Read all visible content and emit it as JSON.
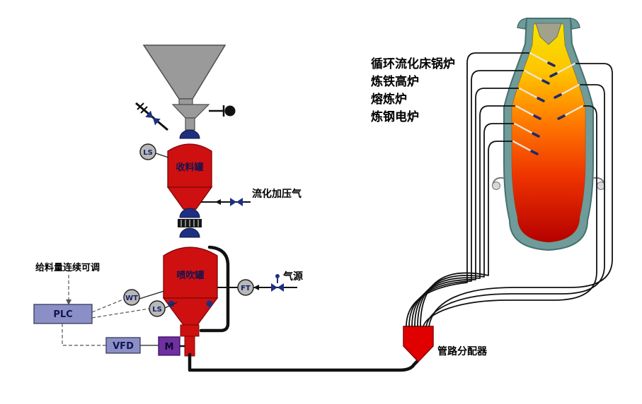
{
  "diagram": {
    "vessels": {
      "receiving_tank": "收料罐",
      "injection_tank": "喷吹罐"
    },
    "instruments": {
      "ls_upper": "LS",
      "wt": "WT",
      "ls_lower": "LS",
      "ft": "FT"
    },
    "control": {
      "plc": "PLC",
      "vfd": "VFD",
      "motor": "M",
      "feed_note": "给料量连续可调"
    },
    "streams": {
      "fluidization_gas": "流化加压气",
      "gas_source": "气源"
    },
    "distributor": {
      "label": "管路分配器"
    },
    "applications": {
      "items": [
        "循环流化床锅炉",
        "炼铁高炉",
        "熔炼炉",
        "炼钢电炉"
      ]
    },
    "colors": {
      "vessel_red": "#cf1010",
      "valve_navy": "#1e2f80",
      "hopper_gray": "#9a9a9a",
      "control_box_periwinkle": "#8a8fc7",
      "motor_purple": "#7030a0",
      "instrument_gray": "#b8b8b8",
      "distributor_red": "#e00000",
      "furnace_shell_teal": "#6f9b9b",
      "flame_yellow": "#f4e300",
      "flame_red": "#b50000",
      "pipe_black": "#111111"
    }
  }
}
